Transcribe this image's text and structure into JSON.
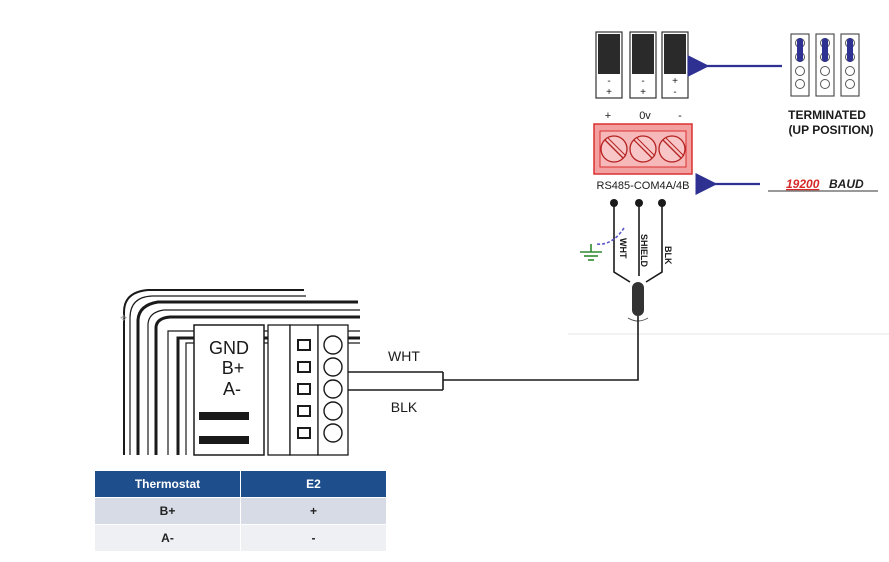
{
  "dip_switch_marks": [
    [
      "-",
      "+"
    ],
    [
      "-",
      "+"
    ],
    [
      "+",
      "-"
    ]
  ],
  "terminal_polarity": [
    "+",
    "0v",
    "-"
  ],
  "terminated_label": [
    "TERMINATED",
    "(UP POSITION)"
  ],
  "port_label": "RS485-COM4A/4B",
  "baud_label": {
    "value": "19200",
    "unit": "BAUD"
  },
  "cable_wires": [
    "WHT",
    "SHIELD",
    "BLK"
  ],
  "thermostat_terminals": [
    "GND",
    "B+",
    "A-"
  ],
  "wire_labels": {
    "upper": "WHT",
    "lower": "BLK"
  },
  "table": {
    "headers": [
      "Thermostat",
      "E2"
    ],
    "rows": [
      [
        "B+",
        "+"
      ],
      [
        "A-",
        "-"
      ]
    ]
  },
  "colors": {
    "table_header": "#1f4e8c",
    "terminal_block": "#f2a0a0",
    "terminal_border": "#d93030",
    "arrow": "#2e3192",
    "baud_red": "#d62828",
    "jumper_blue": "#2e3192",
    "ground_green": "#2e8b2e"
  }
}
